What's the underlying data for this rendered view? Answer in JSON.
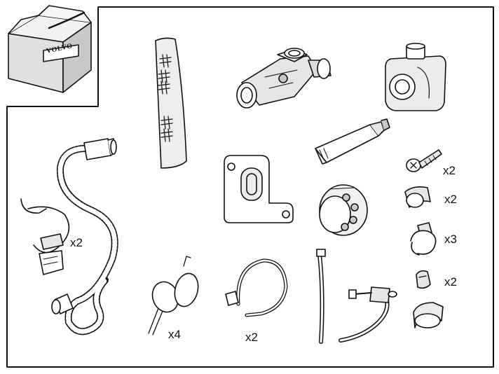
{
  "box": {
    "brand": "VOLVO"
  },
  "quantities": {
    "screw": "x2",
    "half_clip": "x2",
    "hose_clamp": "x2",
    "double_clip": "x3",
    "small_clip": "x2",
    "velcro_strap": "x4",
    "cable_tie": "x2"
  },
  "colors": {
    "line": "#111111",
    "background": "#ffffff",
    "light_fill": "#e6e6e6",
    "mid_fill": "#c8c8c8"
  }
}
